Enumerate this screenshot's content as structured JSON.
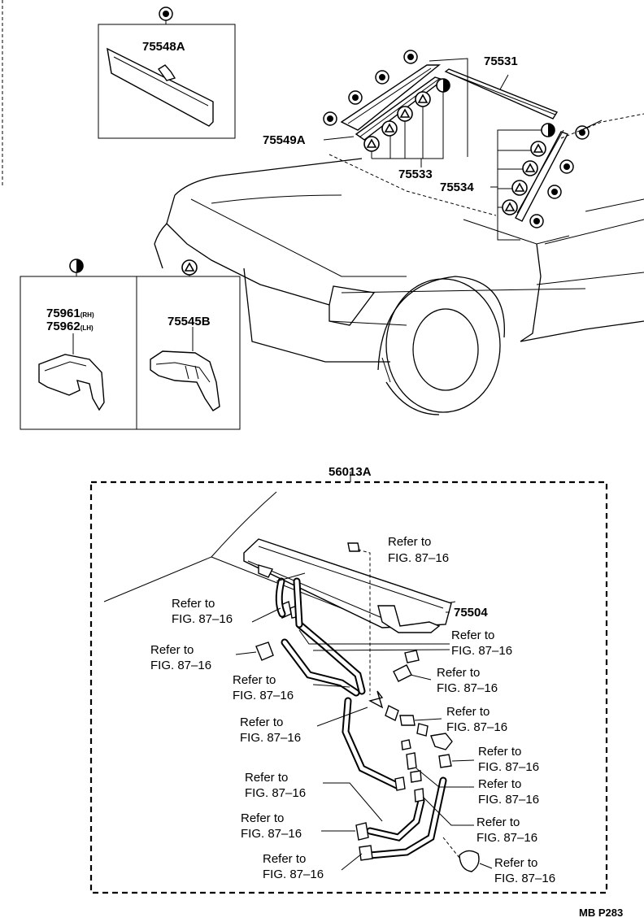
{
  "parts": {
    "p75548A": "75548A",
    "p75531": "75531",
    "p75549A": "75549A",
    "p75533": "75533",
    "p75534": "75534",
    "p75961": "75961",
    "p75961_side": "(RH)",
    "p75962": "75962",
    "p75962_side": "(LH)",
    "p75545B": "75545B",
    "p56013A": "56013A",
    "p75504": "75504"
  },
  "refs": [
    {
      "line1": "Refer to",
      "line2": "FIG. 87–16"
    },
    {
      "line1": "Refer to",
      "line2": "FIG. 87–16"
    },
    {
      "line1": "Refer to",
      "line2": "FIG. 87–16"
    },
    {
      "line1": "Refer to",
      "line2": "FIG. 87–16"
    },
    {
      "line1": "Refer to",
      "line2": "FIG. 87–16"
    },
    {
      "line1": "Refer to",
      "line2": "FIG. 87–16"
    },
    {
      "line1": "Refer to",
      "line2": "FIG. 87–16"
    },
    {
      "line1": "Refer to",
      "line2": "FIG. 87–16"
    },
    {
      "line1": "Refer to",
      "line2": "FIG. 87–16"
    },
    {
      "line1": "Refer to",
      "line2": "FIG. 87–16"
    },
    {
      "line1": "Refer to",
      "line2": "FIG. 87–16"
    },
    {
      "line1": "Refer to",
      "line2": "FIG. 87–16"
    },
    {
      "line1": "Refer to",
      "line2": "FIG. 87–16"
    },
    {
      "line1": "Refer to",
      "line2": "FIG. 87–16"
    },
    {
      "line1": "Refer to",
      "line2": "FIG. 87–16"
    }
  ],
  "footer": {
    "code": "MB P283"
  },
  "symbols": {
    "screw": "target-circle-icon",
    "clip_half": "half-filled-circle-icon",
    "clip_triangle": "triangle-in-circle-icon"
  }
}
